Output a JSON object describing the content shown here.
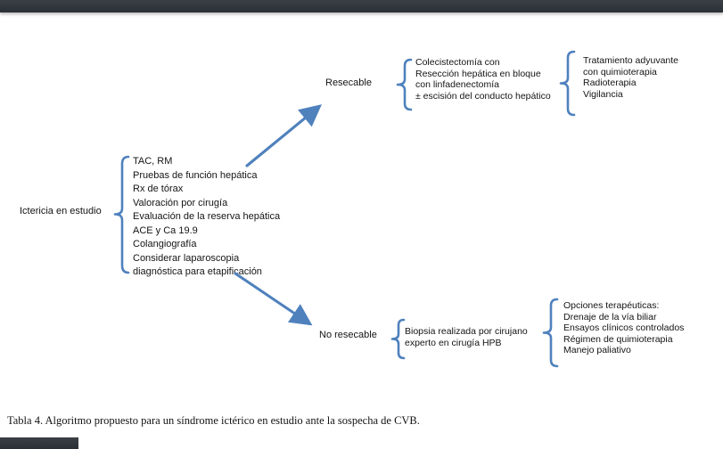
{
  "figure": {
    "root_label": "Ictericia en estudio",
    "workup": [
      "TAC, RM",
      "Pruebas de función hepática",
      "Rx de tórax",
      "Valoración por cirugía",
      "Evaluación de la reserva hepática",
      "ACE y Ca 19.9",
      "Colangiografía",
      "Considerar laparoscopia",
      "diagnóstica para etapificación"
    ],
    "resectable": {
      "label": "Resecable",
      "surgery": [
        "Colecistectomía con",
        "Resección hepática en bloque",
        "con linfadenectomía",
        "± escisión del conducto hepático"
      ],
      "adjuvant": [
        "Tratamiento adyuvante",
        "con quimioterapia",
        "Radioterapia",
        "Vigilancia"
      ]
    },
    "unresectable": {
      "label": "No resecable",
      "biopsy": [
        "Biopsia realizada por cirujano",
        "experto en cirugía HPB"
      ],
      "options": [
        "Opciones terapéuticas:",
        "Drenaje de la vía biliar",
        "Ensayos clínicos controlados",
        "Régimen de quimioterapia",
        "Manejo paliativo"
      ]
    }
  },
  "caption": "Tabla 4. Algoritmo propuesto para un síndrome ictérico en estudio ante la sospecha de CVB.",
  "colors": {
    "accent": "#4f81bd",
    "page_break_bar": "#33383c"
  }
}
